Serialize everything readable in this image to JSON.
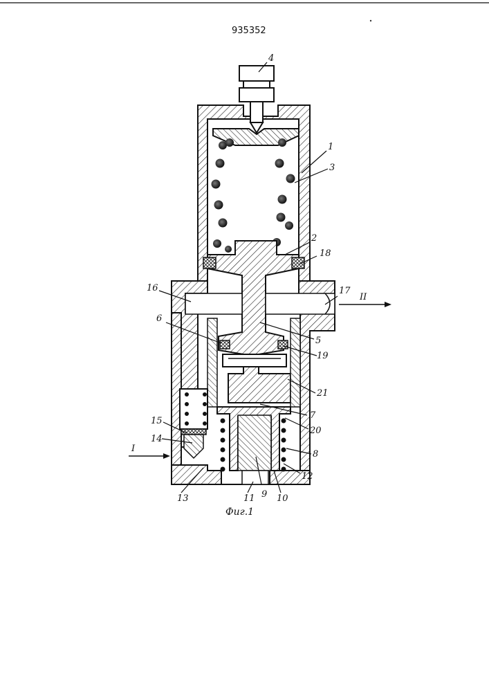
{
  "document_number": "935352",
  "figure_caption": "Фиг.1",
  "flow_labels": {
    "inlet": "I",
    "outlet": "II"
  },
  "callouts": {
    "c1": "1",
    "c2": "2",
    "c3": "3",
    "c4": "4",
    "c5": "5",
    "c6": "6",
    "c7": "7",
    "c8": "8",
    "c9": "9",
    "c10": "10",
    "c11": "11",
    "c12": "12",
    "c13": "13",
    "c14": "14",
    "c15": "15",
    "c16": "16",
    "c17": "17",
    "c18": "18",
    "c19": "19",
    "c20": "20",
    "c21": "21"
  }
}
